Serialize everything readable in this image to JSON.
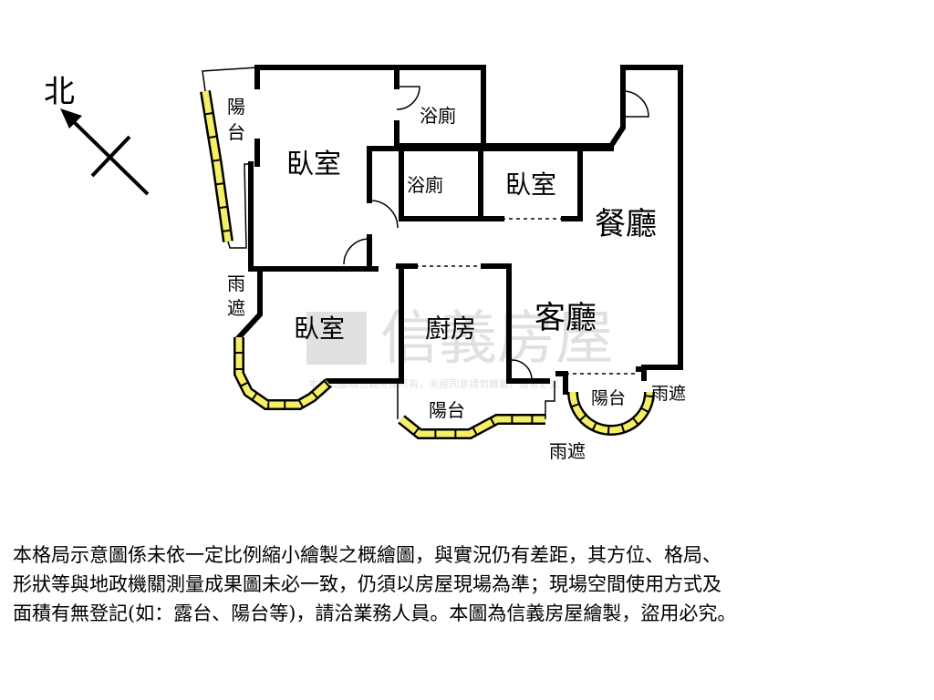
{
  "compass": {
    "north_label": "北"
  },
  "rooms": {
    "bedroom_nw": "臥室",
    "bedroom_center": "臥室",
    "bedroom_sw": "臥室",
    "bath_top": "浴廁",
    "bath_mid": "浴廁",
    "dining": "餐廳",
    "living": "客廳",
    "kitchen": "廚房",
    "balcony_west_1": "陽",
    "balcony_west_2": "台",
    "balcony_south": "陽台",
    "balcony_east": "陽台",
    "canopy_west_1": "雨",
    "canopy_west_2": "遮",
    "canopy_south": "雨遮",
    "canopy_east": "雨遮"
  },
  "watermark": {
    "brand": "信義房屋",
    "small_text": "本格局圖為信義房屋所有，未經同意請勿轉載，違者必究"
  },
  "disclaimer": {
    "line1": "本格局示意圖係未依一定比例縮小繪製之概繪圖，與實況仍有差距，其方位、格局、",
    "line2": "形狀等與地政機關測量成果圖未必一致，仍須以房屋現場為準；現場空間使用方式及",
    "line3": "面積有無登記(如：露台、陽台等)，請洽業務人員。本圖為信義房屋繪製，盜用必究。"
  },
  "colors": {
    "wall": "#000000",
    "window_fill": "#f5ef66",
    "watermark": "#c8c8c8"
  }
}
